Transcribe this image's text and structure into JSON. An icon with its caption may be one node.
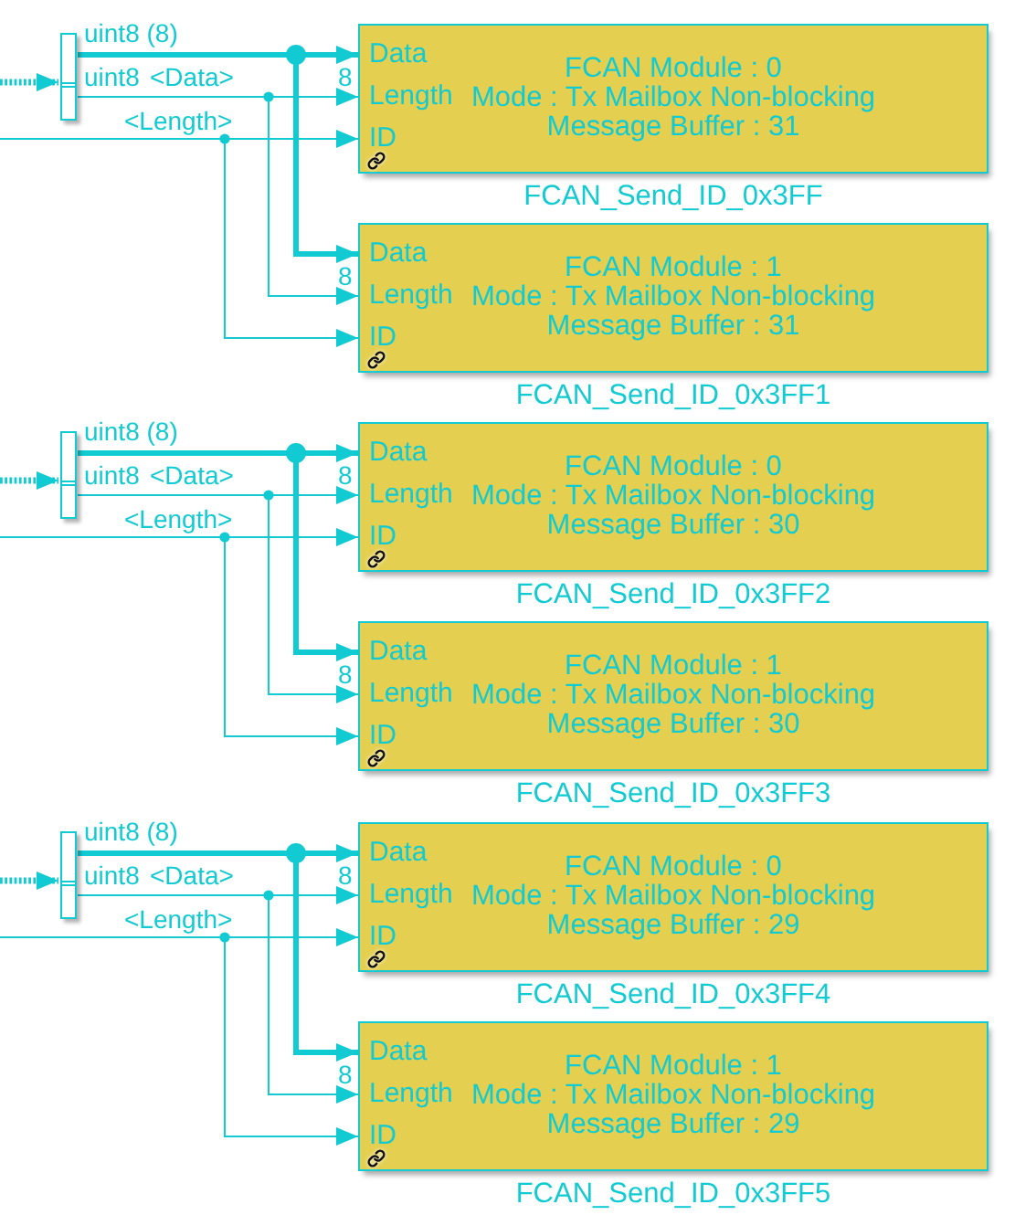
{
  "diagram": {
    "nodes": [
      {
        "text": [],
        "shape": "bar"
      },
      {
        "text": [
          "Data",
          "Length",
          "ID",
          "FCAN Module : 0",
          "Mode : Tx Mailbox Non-blocking",
          "Message Buffer : 31"
        ],
        "beside": [
          "FCAN_Send_ID_0x3FF"
        ]
      },
      {
        "text": [
          "Data",
          "Length",
          "ID",
          "FCAN Module : 1",
          "Mode : Tx Mailbox Non-blocking",
          "Message Buffer : 31"
        ],
        "beside": [
          "FCAN_Send_ID_0x3FF1"
        ]
      },
      {
        "text": [],
        "shape": "bar"
      },
      {
        "text": [
          "Data",
          "Length",
          "ID",
          "FCAN Module : 0",
          "Mode : Tx Mailbox Non-blocking",
          "Message Buffer : 30"
        ],
        "beside": [
          "FCAN_Send_ID_0x3FF2"
        ]
      },
      {
        "text": [
          "Data",
          "Length",
          "ID",
          "FCAN Module : 1",
          "Mode : Tx Mailbox Non-blocking",
          "Message Buffer : 30"
        ],
        "beside": [
          "FCAN_Send_ID_0x3FF3"
        ]
      },
      {
        "text": [],
        "shape": "bar"
      },
      {
        "text": [
          "Data",
          "Length",
          "ID",
          "FCAN Module : 0",
          "Mode : Tx Mailbox Non-blocking",
          "Message Buffer : 29"
        ],
        "beside": [
          "FCAN_Send_ID_0x3FF4"
        ]
      },
      {
        "text": [
          "Data",
          "Length",
          "ID",
          "FCAN Module : 1",
          "Mode : Tx Mailbox Non-blocking",
          "Message Buffer : 29"
        ],
        "beside": [
          "FCAN_Send_ID_0x3FF5"
        ]
      }
    ],
    "edges": [
      {
        "from": null,
        "to": 0,
        "arrow": "to",
        "style": "dashed"
      },
      {
        "from": 0,
        "to": 1,
        "arrow": "to",
        "style": "thick"
      },
      {
        "from": 0,
        "to": 2,
        "arrow": "to",
        "style": "thick"
      },
      {
        "from": 0,
        "to": 1,
        "arrow": "to"
      },
      {
        "from": 0,
        "to": 2,
        "arrow": "to"
      },
      {
        "from": null,
        "to": 1,
        "arrow": "to"
      },
      {
        "from": null,
        "to": 2,
        "arrow": "to"
      },
      {
        "from": null,
        "to": 3,
        "arrow": "to",
        "style": "dashed"
      },
      {
        "from": 3,
        "to": 4,
        "arrow": "to",
        "style": "thick"
      },
      {
        "from": 3,
        "to": 5,
        "arrow": "to",
        "style": "thick"
      },
      {
        "from": 3,
        "to": 4,
        "arrow": "to"
      },
      {
        "from": 3,
        "to": 5,
        "arrow": "to"
      },
      {
        "from": null,
        "to": 4,
        "arrow": "to"
      },
      {
        "from": null,
        "to": 5,
        "arrow": "to"
      },
      {
        "from": null,
        "to": 6,
        "arrow": "to",
        "style": "dashed"
      },
      {
        "from": 6,
        "to": 7,
        "arrow": "to",
        "style": "thick"
      },
      {
        "from": 6,
        "to": 8,
        "arrow": "to",
        "style": "thick"
      },
      {
        "from": 6,
        "to": 7,
        "arrow": "to"
      },
      {
        "from": 6,
        "to": 8,
        "arrow": "to"
      },
      {
        "from": null,
        "to": 7,
        "arrow": "to"
      },
      {
        "from": null,
        "to": 8,
        "arrow": "to"
      }
    ],
    "labels": [
      "uint8 (8)",
      "uint8",
      "<Data>",
      "<Length>",
      "8",
      "8",
      "uint8 (8)",
      "uint8",
      "<Data>",
      "<Length>",
      "8",
      "8",
      "uint8 (8)",
      "uint8",
      "<Data>",
      "<Length>",
      "8",
      "8"
    ]
  }
}
